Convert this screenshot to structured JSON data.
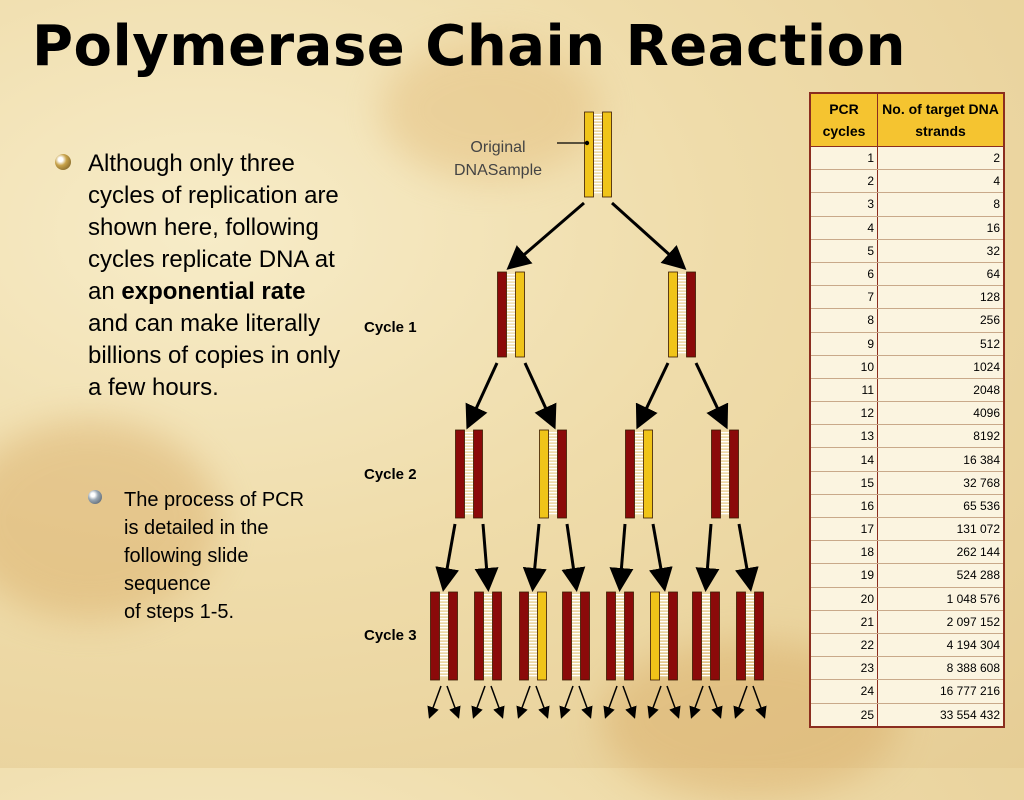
{
  "slide": {
    "title": "Polymerase Chain Reaction",
    "bullet_main_parts": [
      "Although only three cycles of replication are shown here, following cycles replicate DNA at an ",
      "exponential rate",
      " and can make literally billions of copies in only a few hours."
    ],
    "bullet_sub_lines": [
      "The process of PCR",
      "is detailed in the",
      "following slide",
      "sequence",
      "of steps 1-5."
    ]
  },
  "diagram": {
    "original_label": [
      "Original",
      "DNASample"
    ],
    "cycle_labels": [
      "Cycle 1",
      "Cycle 2",
      "Cycle 3"
    ],
    "colors": {
      "old_strand": "#f0c419",
      "new_strand": "#8b0a0a",
      "rungs": "#ffffff"
    },
    "generations": [
      [
        "YY"
      ],
      [
        "RY",
        "YR"
      ],
      [
        "RR",
        "YR",
        "RY",
        "RR"
      ],
      [
        "RR",
        "RR",
        "RY",
        "RR",
        "RR",
        "YR",
        "RR",
        "RR"
      ]
    ]
  },
  "table": {
    "headers": [
      "PCR cycles",
      "No. of target DNA strands"
    ],
    "rows": [
      [
        "1",
        "2"
      ],
      [
        "2",
        "4"
      ],
      [
        "3",
        "8"
      ],
      [
        "4",
        "16"
      ],
      [
        "5",
        "32"
      ],
      [
        "6",
        "64"
      ],
      [
        "7",
        "128"
      ],
      [
        "8",
        "256"
      ],
      [
        "9",
        "512"
      ],
      [
        "10",
        "1024"
      ],
      [
        "11",
        "2048"
      ],
      [
        "12",
        "4096"
      ],
      [
        "13",
        "8192"
      ],
      [
        "14",
        "16 384"
      ],
      [
        "15",
        "32 768"
      ],
      [
        "16",
        "65 536"
      ],
      [
        "17",
        "131 072"
      ],
      [
        "18",
        "262 144"
      ],
      [
        "19",
        "524 288"
      ],
      [
        "20",
        "1 048 576"
      ],
      [
        "21",
        "2 097 152"
      ],
      [
        "22",
        "4 194 304"
      ],
      [
        "23",
        "8 388 608"
      ],
      [
        "24",
        "16 777 216"
      ],
      [
        "25",
        "33 554 432"
      ]
    ]
  },
  "background_colors": {
    "base": "#efdcaa",
    "stain": "#d9a85c"
  }
}
